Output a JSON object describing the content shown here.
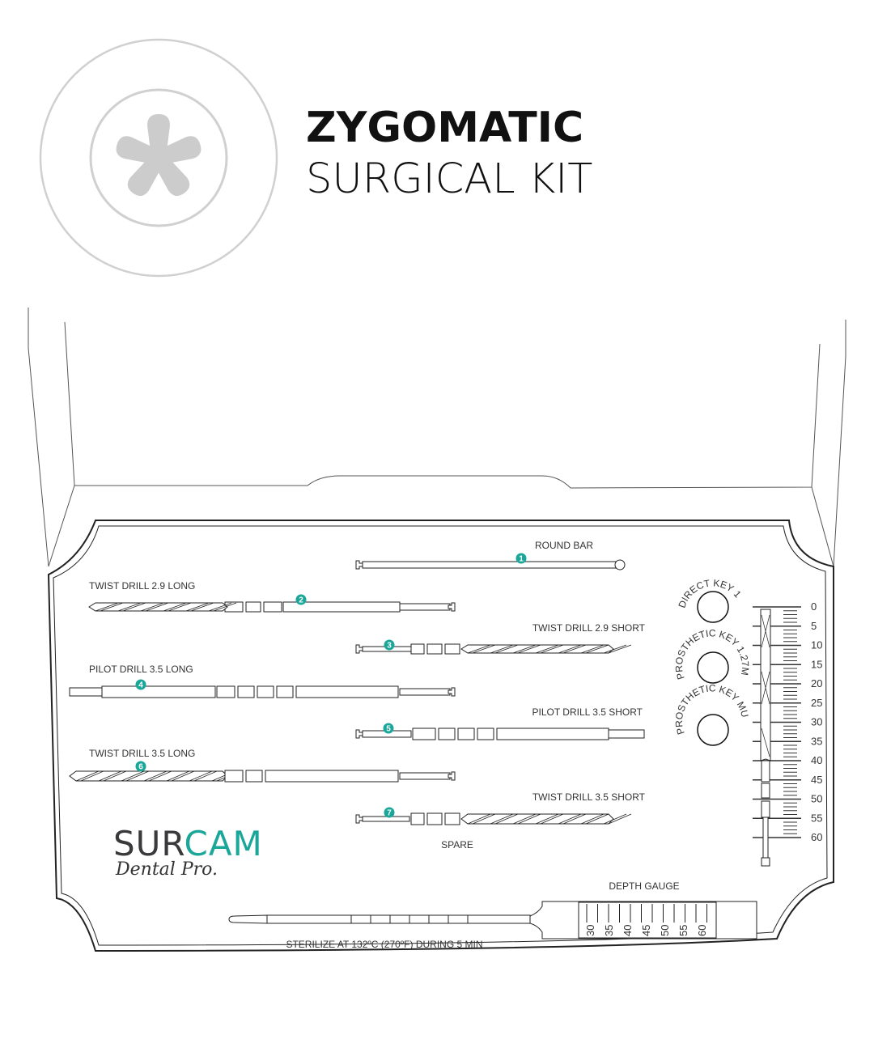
{
  "header": {
    "title_bold": "ZYGOMATIC",
    "title_light": "SURGICAL KIT",
    "emblem_icon": "asterisk-flower-icon"
  },
  "colors": {
    "accent": "#1aa79a",
    "logo_dark": "#3a3a3c",
    "emblem_gray": "#cccccc"
  },
  "tools": [
    {
      "number": "1",
      "label": "ROUND BAR"
    },
    {
      "number": "2",
      "label": "TWIST DRILL 2.9 LONG"
    },
    {
      "number": "3",
      "label": "TWIST DRILL 2.9 SHORT"
    },
    {
      "number": "4",
      "label": "PILOT DRILL 3.5 LONG"
    },
    {
      "number": "5",
      "label": "PILOT DRILL 3.5 SHORT"
    },
    {
      "number": "6",
      "label": "TWIST DRILL 3.5 LONG"
    },
    {
      "number": "7",
      "label": "TWIST DRILL 3.5 SHORT"
    }
  ],
  "spare_label": "SPARE",
  "keys": [
    {
      "label": "DIRECT KEY 1"
    },
    {
      "label": "PROSTHETIC KEY 1.27MM"
    },
    {
      "label": "PROSTHETIC KEY MU"
    }
  ],
  "ruler": {
    "ticks": [
      "0",
      "5",
      "10",
      "15",
      "20",
      "25",
      "30",
      "35",
      "40",
      "45",
      "50",
      "55",
      "60"
    ]
  },
  "depth_gauge": {
    "label": "DEPTH GAUGE",
    "scale": [
      "30",
      "35",
      "40",
      "45",
      "50",
      "55",
      "60"
    ]
  },
  "sterilize_note": "STERILIZE AT 132ºC (270ºF) DURING 5 MIN",
  "logo": {
    "part1": "SUR",
    "part2": "CAM",
    "tagline": "Dental Pro."
  }
}
